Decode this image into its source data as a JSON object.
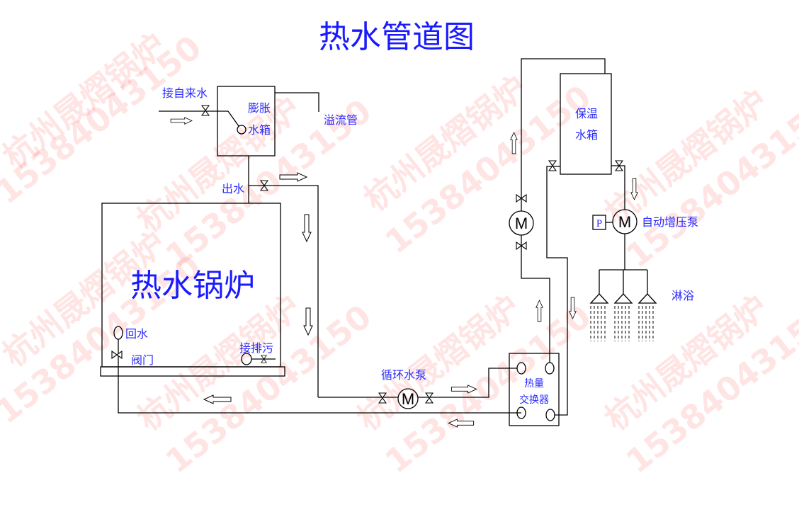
{
  "title": "热水管道图",
  "boiler": {
    "label": "热水锅炉"
  },
  "expansion_tank": {
    "line1": "膨胀",
    "line2": "水箱",
    "inlet_label": "接自来水",
    "overflow_label": "溢流管",
    "outlet_label": "出水"
  },
  "return": {
    "label1": "回水",
    "label2": "阀门",
    "drain_label": "接排污"
  },
  "circulation_pump": {
    "label": "循环水泵",
    "symbol": "M"
  },
  "heat_exchanger": {
    "line1": "热量",
    "line2": "交换器"
  },
  "storage_tank": {
    "line1": "保温",
    "line2": "水箱"
  },
  "booster_pump": {
    "label": "自动增压泵",
    "symbol": "M",
    "pressure_symbol": "P"
  },
  "shower": {
    "label": "淋浴"
  },
  "hot_pump": {
    "symbol": "M"
  },
  "watermark": {
    "company": "杭州晟熠锅炉",
    "phone": "15384043150"
  },
  "colors": {
    "label": "#2a2aff",
    "watermark": "#ff3030"
  }
}
